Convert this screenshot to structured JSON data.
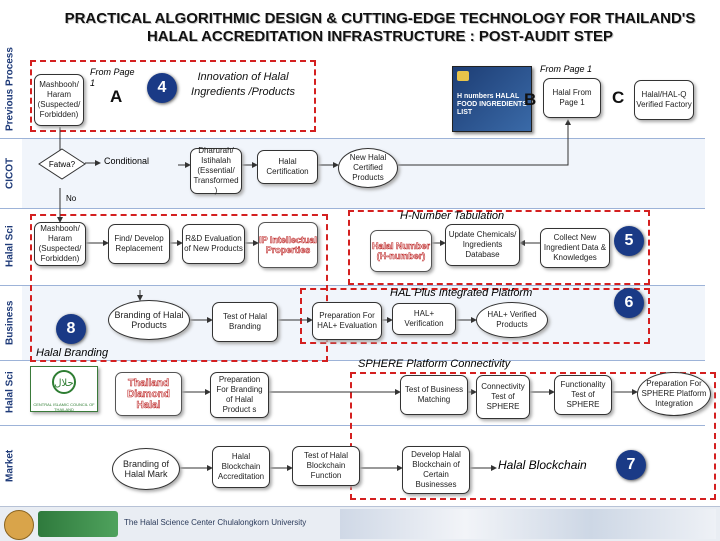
{
  "title": "PRACTICAL ALGORITHMIC DESIGN & CUTTING-EDGE TECHNOLOGY FOR THAILAND'S HALAL ACCREDITATION INFRASTRUCTURE : POST-AUDIT STEP",
  "lanes": [
    "Previous Process",
    "CICOT",
    "Halal Sci",
    "Business",
    "Halal Sci",
    "Market"
  ],
  "connectors": {
    "from_page_1_top": "From Page 1",
    "from_page_1_left": "From Page 1",
    "halal_from_page_1": "Halal From Page 1",
    "letter_a": "A",
    "letter_b": "B",
    "letter_c": "C"
  },
  "numbers": [
    "4",
    "5",
    "6",
    "8",
    "7"
  ],
  "nodes": {
    "mashbooh_1": "Mashbooh/ Haram (Suspected/ Forbidden)",
    "fatwa": "Fatwa?",
    "no_label": "No",
    "conditional": "Conditional",
    "innovation": "Innovation of Halal Ingredients /Products",
    "dharurah": "Dharurah/ Istihalah (Essential/ Transformed )",
    "halal_certification": "Halal Certification",
    "new_halal_products": "New Halal Certified Products",
    "halal_verified": "Halal/HAL-Q Verified Factory",
    "mashbooh_2": "Mashbooh/ Haram (Suspected/ Forbidden)",
    "find_develop": "Find/ Develop Replacement",
    "rd_evaluation": "R&D Evaluation of New Products",
    "ip_properties": "IP Intellectual Properties",
    "halal_number": "Halal Number (H-number)",
    "update_chemicals": "Update Chemicals/ Ingredients Database",
    "collect_new": "Collect New Ingredient Data & Knowledges",
    "h_number_tabulation": "H-Number Tabulation",
    "hal_plus_platform": "HAL Plus Integrated Platform",
    "branding_products": "Branding of Halal Products",
    "test_halal_branding": "Test of Halal Branding",
    "preparation_hal_plus": "Preparation For HAL+ Evaluation",
    "hal_plus_verification": "HAL+ Verification",
    "hal_plus_verified_products": "HAL+ Verified Products",
    "halal_branding": "Halal Branding",
    "sphere_connectivity": "SPHERE Platform Connectivity",
    "thailand_diamond": "Thailand Diamond Halal",
    "preparation_branding": "Preparation For Branding of Halal Product s",
    "test_business_matching": "Test of Business Matching",
    "connectivity_test": "Connectivity Test of SPHERE",
    "functionality_test": "Functionality Test of SPHERE",
    "preparation_sphere": "Preparation For SPHERE Platform Integration",
    "branding_mark": "Branding of Halal Mark",
    "halal_blockchain_accreditation": "Halal Blockchain Accreditation",
    "test_blockchain_function": "Test of Halal Blockchain Function",
    "develop_blockchain": "Develop Halal Blockchain of Certain Businesses",
    "halal_blockchain": "Halal Blockchain"
  },
  "book_cover_text": "H numbers HALAL FOOD INGREDIENTS LIST",
  "logo_text": "CENTRAL ISLAMIC COUNCIL OF THAILAND",
  "footer_text": "The Halal Science Center Chulalongkorn University",
  "colors": {
    "lane_label": "#1e3a78",
    "number_badge": "#1a3a86",
    "dashed": "#d42020",
    "ip_text": "#c03030"
  }
}
